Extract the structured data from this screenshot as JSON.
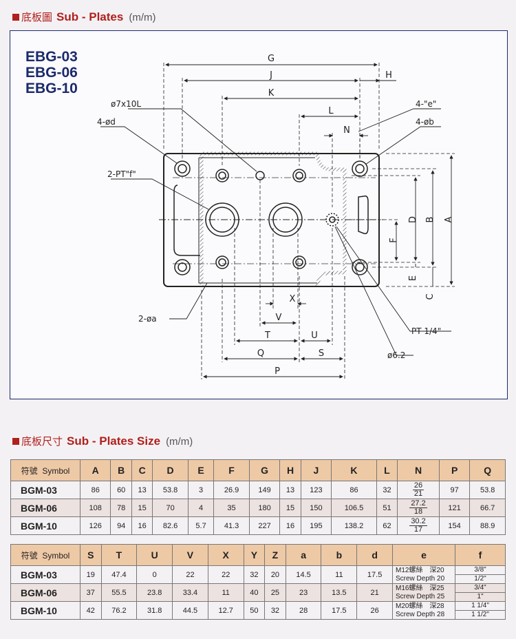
{
  "section1": {
    "cn": "底板圖",
    "en": "Sub - Plates",
    "unit": "(m/m)"
  },
  "section2": {
    "cn": "底板尺寸",
    "en": "Sub - Plates  Size",
    "unit": "(m/m)"
  },
  "models": [
    "EBG-03",
    "EBG-06",
    "EBG-10"
  ],
  "diagram": {
    "labels": {
      "G": "G",
      "J": "J",
      "H": "H",
      "K": "K",
      "L": "L",
      "N": "N",
      "A": "A",
      "B": "B",
      "D": "D",
      "F": "F",
      "E": "E",
      "C": "C",
      "X": "X",
      "V": "V",
      "T": "T",
      "U": "U",
      "Q": "Q",
      "S": "S",
      "P": "P"
    },
    "callouts": {
      "hole": "ø7x10L",
      "d4": "4-ød",
      "pt2": "2-PT\"f\"",
      "e4": "4-\"e\"",
      "b4": "4-øb",
      "a2": "2-øa",
      "pt14": "PT  1/4\"",
      "d62": "ø6.2"
    }
  },
  "table1": {
    "symbol_cn": "符號",
    "symbol_en": "Symbol",
    "headers": [
      "A",
      "B",
      "C",
      "D",
      "E",
      "F",
      "G",
      "H",
      "J",
      "K",
      "L",
      "N",
      "P",
      "Q"
    ],
    "rows": [
      {
        "name": "BGM-03",
        "vals": [
          "86",
          "60",
          "13",
          "53.8",
          "3",
          "26.9",
          "149",
          "13",
          "123",
          "86",
          "32"
        ],
        "n": [
          "26",
          "21"
        ],
        "tail": [
          "97",
          "53.8"
        ]
      },
      {
        "name": "BGM-06",
        "vals": [
          "108",
          "78",
          "15",
          "70",
          "4",
          "35",
          "180",
          "15",
          "150",
          "106.5",
          "51"
        ],
        "n": [
          "27.2",
          "18"
        ],
        "tail": [
          "121",
          "66.7"
        ]
      },
      {
        "name": "BGM-10",
        "vals": [
          "126",
          "94",
          "16",
          "82.6",
          "5.7",
          "41.3",
          "227",
          "16",
          "195",
          "138.2",
          "62"
        ],
        "n": [
          "30.2",
          "17"
        ],
        "tail": [
          "154",
          "88.9"
        ]
      }
    ]
  },
  "table2": {
    "symbol_cn": "符號",
    "symbol_en": "Symbol",
    "headers": [
      "S",
      "T",
      "U",
      "V",
      "X",
      "Y",
      "Z",
      "a",
      "b",
      "d",
      "e",
      "f"
    ],
    "rows": [
      {
        "name": "BGM-03",
        "vals": [
          "19",
          "47.4",
          "0",
          "22",
          "22",
          "32",
          "20",
          "14.5",
          "11",
          "17.5"
        ],
        "e": [
          "M12螺絲　深20",
          "Screw Depth 20"
        ],
        "f": [
          "3/8\"",
          "1/2\""
        ]
      },
      {
        "name": "BGM-06",
        "vals": [
          "37",
          "55.5",
          "23.8",
          "33.4",
          "11",
          "40",
          "25",
          "23",
          "13.5",
          "21"
        ],
        "e": [
          "M16螺絲　深25",
          "Screw Depth 25"
        ],
        "f": [
          "3/4\"",
          "1\""
        ]
      },
      {
        "name": "BGM-10",
        "vals": [
          "42",
          "76.2",
          "31.8",
          "44.5",
          "12.7",
          "50",
          "32",
          "28",
          "17.5",
          "26"
        ],
        "e": [
          "M20螺絲　深28",
          "Screw Depth 28"
        ],
        "f": [
          "1 1/4\"",
          "1 1/2\""
        ]
      }
    ]
  },
  "colors": {
    "title_red": "#b0201c",
    "navy": "#1b2a6b",
    "header_tan": "#eec9a6",
    "row_alt": "#ece2e0"
  }
}
